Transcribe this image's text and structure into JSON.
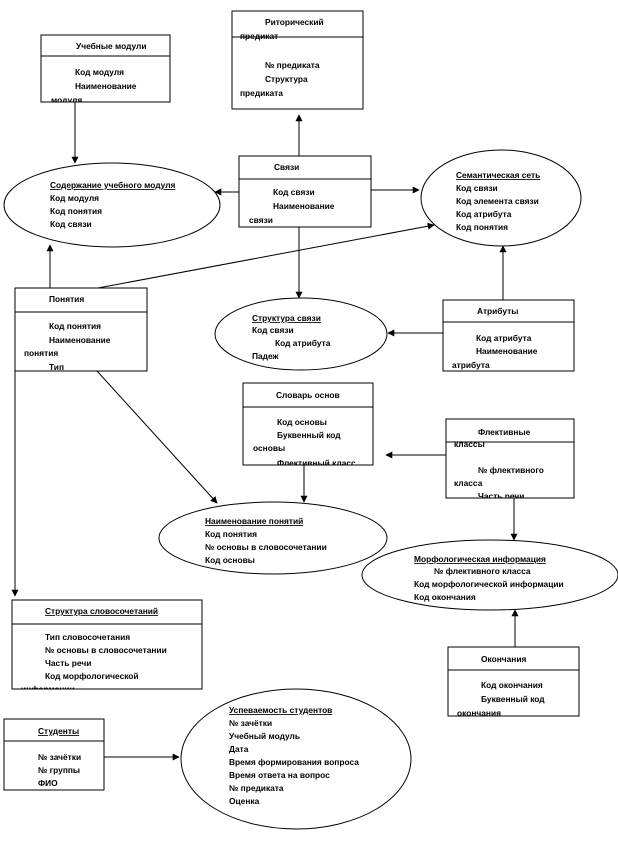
{
  "entities": {
    "rhetorical_predicate": {
      "title": [
        "Риторический",
        "предикат"
      ],
      "fields": [
        "№ предиката",
        "Структура",
        "предиката"
      ]
    },
    "modules": {
      "title": "Учебные модули",
      "fields": [
        "Код модуля",
        "Наименование",
        "модуля"
      ]
    },
    "links": {
      "title": "Связи",
      "fields": [
        "Код связи",
        "Наименование",
        "связи"
      ]
    },
    "concepts": {
      "title": "Понятия",
      "fields": [
        "Код понятия",
        "Наименование",
        "понятия",
        "Тип"
      ]
    },
    "attributes": {
      "title": "Атрибуты",
      "fields": [
        "Код атрибута",
        "Наименование",
        "атрибута"
      ]
    },
    "stem_dictionary": {
      "title": "Словарь основ",
      "fields": [
        "Код основы",
        "Буквенный код",
        "основы",
        "Флективный класс"
      ]
    },
    "inflective_classes": {
      "title": [
        "Флективные",
        "классы"
      ],
      "fields": [
        "№ флективного",
        "класса",
        "Часть речи"
      ]
    },
    "endings": {
      "title": "Окончания",
      "fields": [
        "Код окончания",
        "Буквенный код",
        "окончания"
      ]
    },
    "phrase_structure": {
      "title": "Структура словосочетаний",
      "fields": [
        "Тип словосочетания",
        "№ основы в словосочетании",
        "Часть речи",
        "Код морфологической",
        "информации"
      ]
    },
    "students": {
      "title": "Студенты",
      "fields": [
        "№ зачётки",
        "№ группы",
        "ФИО"
      ]
    }
  },
  "relations": {
    "module_content": {
      "title": "Содержание учебного модуля",
      "fields": [
        "Код модуля",
        "Код понятия",
        "Код связи"
      ]
    },
    "semantic_net": {
      "title": "Семантическая сеть",
      "fields": [
        "Код связи",
        "Код элемента связи",
        "Код атрибута",
        "Код понятия"
      ]
    },
    "link_structure": {
      "title": "Структура связи",
      "fields": [
        "Код связи",
        "Код атрибута",
        "Падеж"
      ]
    },
    "concept_naming": {
      "title": "Наименование понятий",
      "fields": [
        "Код понятия",
        "№ основы в словосочетании",
        "Код основы"
      ]
    },
    "morph_info": {
      "title": "Морфологическая информация",
      "fields": [
        "№ флективного класса",
        "Код морфологической информации",
        "Код окончания"
      ]
    },
    "progress": {
      "title": "Успеваемость студентов",
      "fields": [
        "№ зачётки",
        "Учебный модуль",
        "Дата",
        "Время формирования вопроса",
        "Время ответа на вопрос",
        "№ предиката",
        "Оценка"
      ]
    }
  }
}
